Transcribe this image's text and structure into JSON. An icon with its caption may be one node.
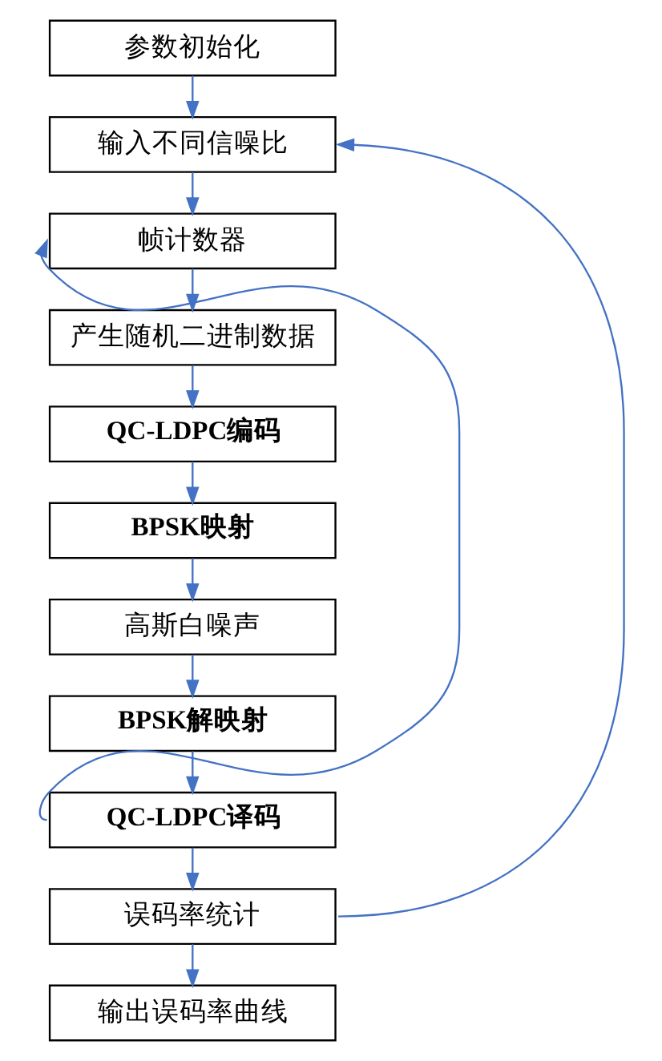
{
  "diagram": {
    "nodes": [
      {
        "text": [
          "参数初始化"
        ]
      },
      {
        "text": [
          "输入不同信噪比"
        ]
      },
      {
        "text": [
          "帧计数器"
        ]
      },
      {
        "text": [
          "产生随机二进制数据"
        ]
      },
      {
        "text": [
          "QC-LDPC编码"
        ]
      },
      {
        "text": [
          "BPSK映射"
        ]
      },
      {
        "text": [
          "高斯白噪声"
        ]
      },
      {
        "text": [
          "BPSK解映射"
        ]
      },
      {
        "text": [
          "QC-LDPC译码"
        ]
      },
      {
        "text": [
          "误码率统计"
        ]
      },
      {
        "text": [
          "输出误码率曲线"
        ]
      }
    ],
    "edges": [
      {
        "from": 0,
        "to": 1,
        "arrow": "to"
      },
      {
        "from": 1,
        "to": 2,
        "arrow": "to"
      },
      {
        "from": 2,
        "to": 3,
        "arrow": "to"
      },
      {
        "from": 3,
        "to": 4,
        "arrow": "to"
      },
      {
        "from": 4,
        "to": 5,
        "arrow": "to"
      },
      {
        "from": 5,
        "to": 6,
        "arrow": "to"
      },
      {
        "from": 6,
        "to": 7,
        "arrow": "to"
      },
      {
        "from": 7,
        "to": 8,
        "arrow": "to"
      },
      {
        "from": 8,
        "to": 9,
        "arrow": "to"
      },
      {
        "from": 9,
        "to": 10,
        "arrow": "to"
      },
      {
        "from": 8,
        "to": 2,
        "arrow": "to"
      },
      {
        "from": 9,
        "to": 1,
        "arrow": "to"
      }
    ]
  }
}
